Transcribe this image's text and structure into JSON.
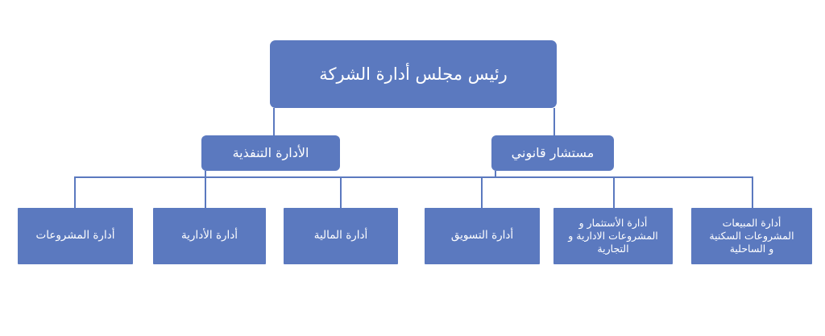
{
  "chart": {
    "type": "org-chart",
    "direction": "rtl",
    "colors": {
      "node_fill": "#5B79BF",
      "node_text": "#FFFFFF",
      "connector": "#5B79BF",
      "background": "#FFFFFF"
    },
    "levels": {
      "root": {
        "label": "رئيس مجلس أدارة الشركة"
      },
      "level2": [
        {
          "label": "الأدارة التنفذية"
        },
        {
          "label": "مستشار قانوني"
        }
      ],
      "level3": [
        {
          "label": "أدارة المشروعات"
        },
        {
          "label": "أدارة الأدارية"
        },
        {
          "label": "أدارة المالية"
        },
        {
          "label": "أدارة التسويق"
        },
        {
          "label": "أدارة الأستثمار و\nالمشروعات الادارية و\nالتجارية"
        },
        {
          "label": "أدارة المبيعات\nالمشروعات السكنية\nو الساحلية"
        }
      ]
    }
  }
}
